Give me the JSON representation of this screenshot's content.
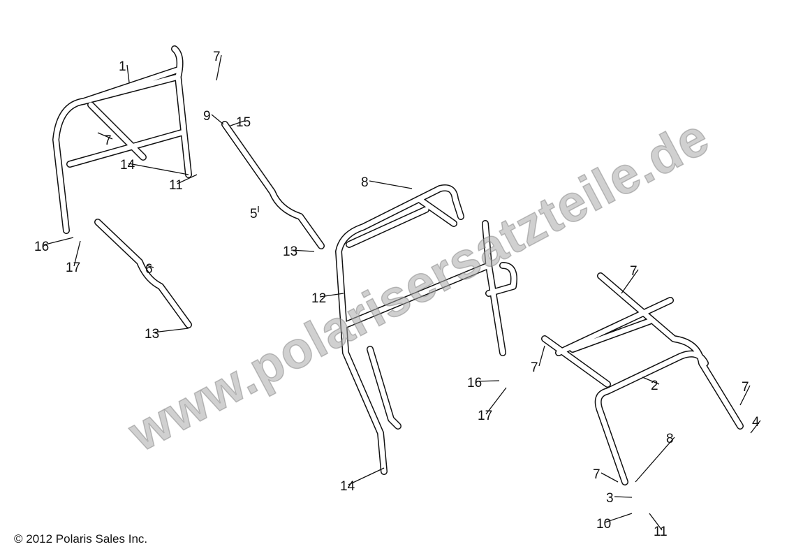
{
  "copyright": "© 2012 Polaris Sales Inc.",
  "watermark": "www.polarisersatzteile.de",
  "callouts": [
    "1",
    "7",
    "7",
    "9",
    "15",
    "14",
    "11",
    "5",
    "13",
    "16",
    "17",
    "6",
    "13",
    "8",
    "12",
    "16",
    "17",
    "14",
    "7",
    "7",
    "2",
    "7",
    "8",
    "4",
    "7",
    "3",
    "10",
    "11"
  ],
  "colors": {
    "line": "#111111",
    "watermark": "#aaaaaa"
  }
}
